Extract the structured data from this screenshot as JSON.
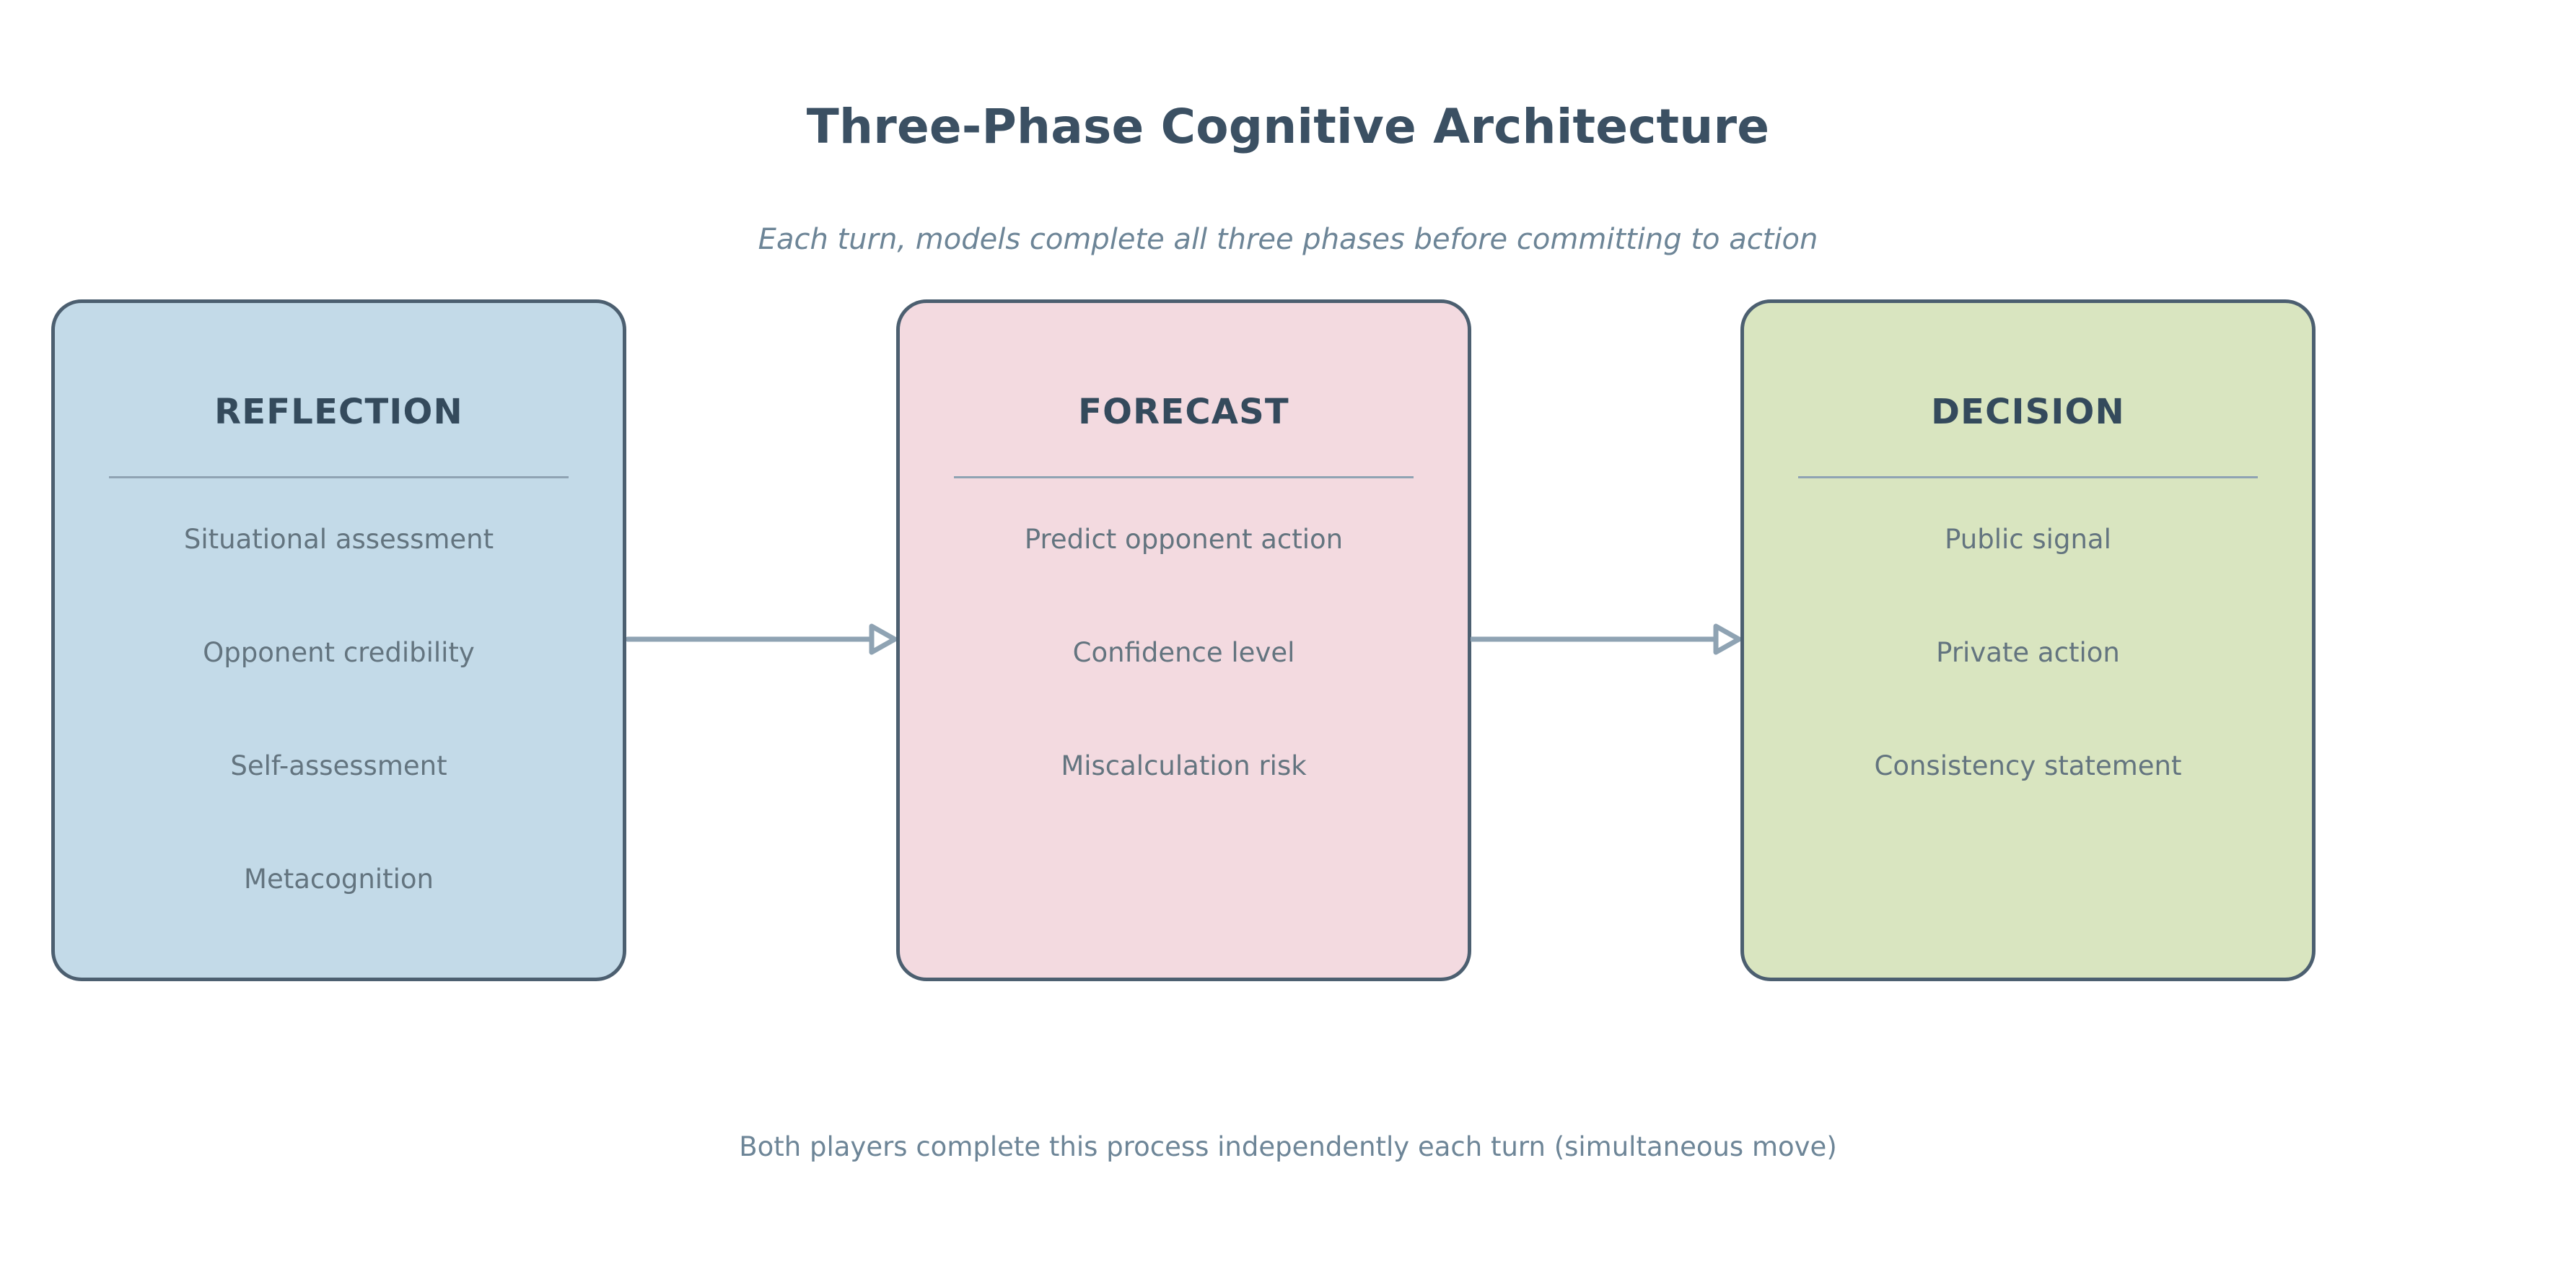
{
  "header": {
    "title": "Three-Phase Cognitive Architecture",
    "subtitle": "Each turn, models complete all three phases before committing to action"
  },
  "footer": {
    "note": "Both players complete this process independently each turn (simultaneous move)"
  },
  "colors": {
    "title_text": "#3b5063",
    "subtitle_text": "#6d8597",
    "phase_title_text": "#344a5c",
    "item_text": "#63747f",
    "box_border": "#4c5f70",
    "divider": "#8fa3b3",
    "arrow": "#8fa3b3",
    "reflection_fill": "#c3dae8",
    "forecast_fill": "#f3dae0",
    "decision_fill": "#d9e5c0",
    "background": "#ffffff"
  },
  "phases": [
    {
      "title": "REFLECTION",
      "fill": "#c3dae8",
      "items": [
        "Situational assessment",
        "Opponent credibility",
        "Self-assessment",
        "Metacognition"
      ]
    },
    {
      "title": "FORECAST",
      "fill": "#f3dae0",
      "items": [
        "Predict opponent action",
        "Confidence level",
        "Miscalculation risk"
      ]
    },
    {
      "title": "DECISION",
      "fill": "#d9e5c0",
      "items": [
        "Public signal",
        "Private action",
        "Consistency statement"
      ]
    }
  ],
  "arrows": [
    {
      "from": "REFLECTION",
      "to": "FORECAST",
      "icon": "arrow-right-icon"
    },
    {
      "from": "FORECAST",
      "to": "DECISION",
      "icon": "arrow-right-icon"
    }
  ]
}
